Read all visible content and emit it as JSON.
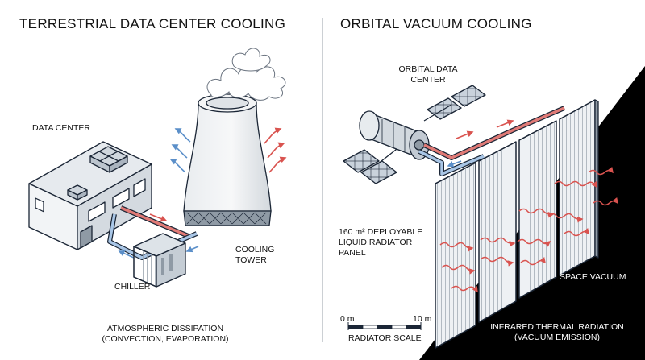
{
  "left": {
    "title": "TERRESTRIAL DATA CENTER COOLING",
    "data_center": "DATA CENTER",
    "cooling_tower": "COOLING\nTOWER",
    "chiller": "CHILLER",
    "caption": "ATMOSPHERIC DISSIPATION\n(CONVECTION, EVAPORATION)"
  },
  "right": {
    "title": "ORBITAL VACUUM COOLING",
    "orbital_dc": "ORBITAL DATA\nCENTER",
    "radiator": "160 m² DEPLOYABLE\nLIQUID RADIATOR\nPANEL",
    "space_vacuum": "SPACE VACUUM",
    "caption": "INFRARED THERMAL RADIATION\n(VACUUM EMISSION)",
    "scale_min": "0 m",
    "scale_max": "10 m",
    "scale_label": "RADIATOR SCALE"
  },
  "colors": {
    "hot": "#d9534f",
    "cool": "#5b8fc9",
    "line": "#1b2636",
    "space": "#000000"
  }
}
